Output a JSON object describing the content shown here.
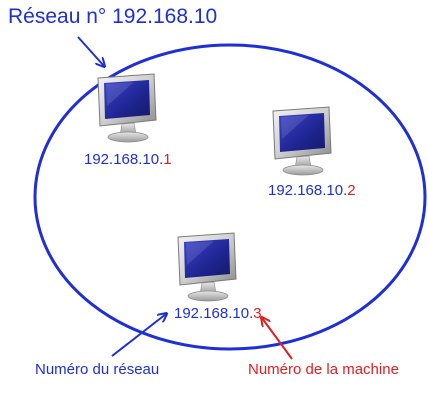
{
  "network": {
    "title": "Réseau n° 192.168.10"
  },
  "machines": [
    {
      "network_part": "192.168.10.",
      "host_part": "1"
    },
    {
      "network_part": "192.168.10.",
      "host_part": "2"
    },
    {
      "network_part": "192.168.10.",
      "host_part": "3"
    }
  ],
  "callouts": {
    "network_label": "Numéro du réseau",
    "machine_label": "Numéro de la machine"
  },
  "colors": {
    "network": "#1f2fd6",
    "host": "#e02020",
    "ellipse": "#1f2fd6",
    "screen": "#2a2f9e"
  },
  "icons": {
    "computer": "monitor-icon"
  }
}
